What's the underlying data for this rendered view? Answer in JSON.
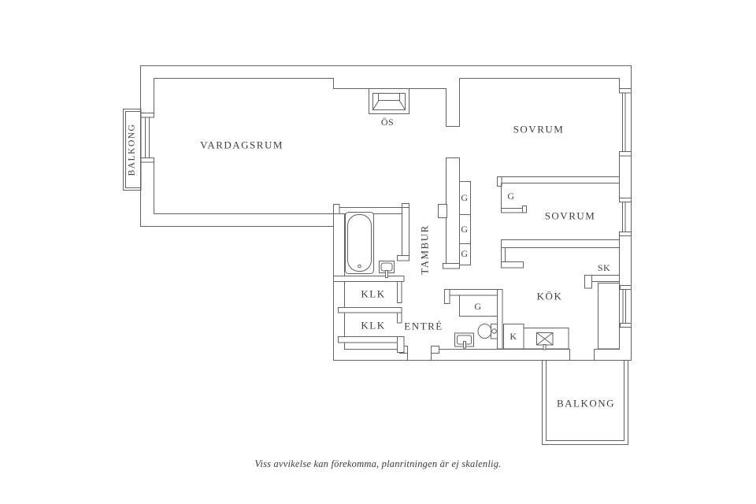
{
  "plan": {
    "labels": {
      "vardagsrum": "VARDAGSRUM",
      "sovrum_1": "SOVRUM",
      "sovrum_2": "SOVRUM",
      "kok": "KÖK",
      "entre": "ENTRÉ",
      "tambur": "TAMBUR",
      "klk_1": "KLK",
      "klk_2": "KLK",
      "sk": "SK",
      "kyl": "K",
      "oppen_spis": "ÖS",
      "garderob_1": "G",
      "garderob_2": "G",
      "garderob_3": "G",
      "garderob_4": "G",
      "garderob_5": "G",
      "balkong_left": "BALKONG",
      "balkong_bottom": "BALKONG"
    },
    "caption": "Viss avvikelse kan förekomma, planritningen är ej skalenlig.",
    "colors": {
      "line": "#616161",
      "text": "#3e3e3e",
      "background": "#ffffff"
    }
  }
}
